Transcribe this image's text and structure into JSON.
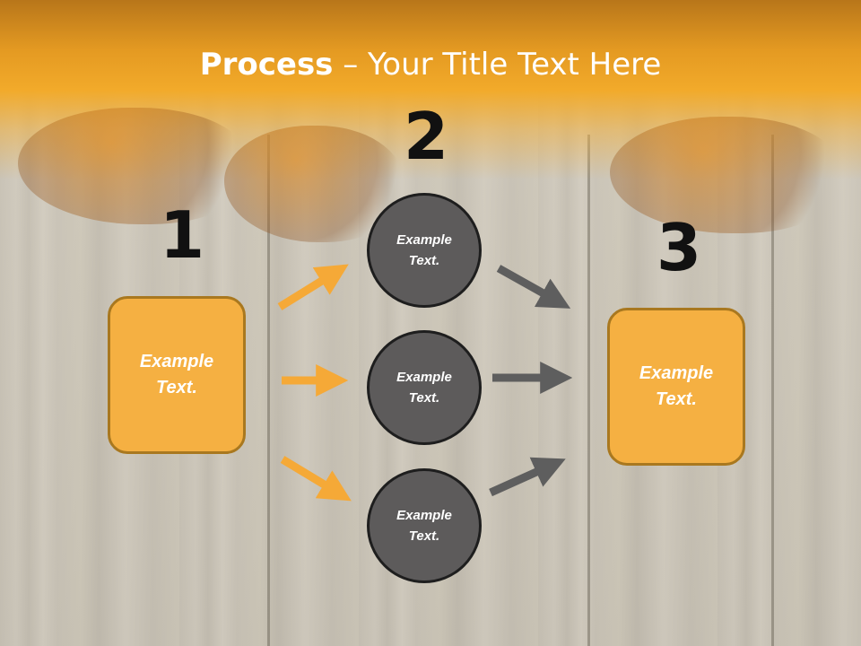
{
  "slide": {
    "title_bold": "Process",
    "title_rest": " – Your Title Text Here"
  },
  "steps": {
    "one": "1",
    "two": "2",
    "three": "3"
  },
  "left_box": {
    "text_line1": "Example",
    "text_line2": "Text."
  },
  "right_box": {
    "text_line1": "Example",
    "text_line2": "Text."
  },
  "circles": [
    {
      "text_line1": "Example",
      "text_line2": "Text."
    },
    {
      "text_line1": "Example",
      "text_line2": "Text."
    },
    {
      "text_line1": "Example",
      "text_line2": "Text."
    }
  ],
  "colors": {
    "header": "#f2aa2a",
    "box_fill": "#f5b042",
    "circle_fill": "#5d5b5b",
    "orange_arrow": "#f5a937",
    "gray_arrow": "#5e5e5e"
  }
}
